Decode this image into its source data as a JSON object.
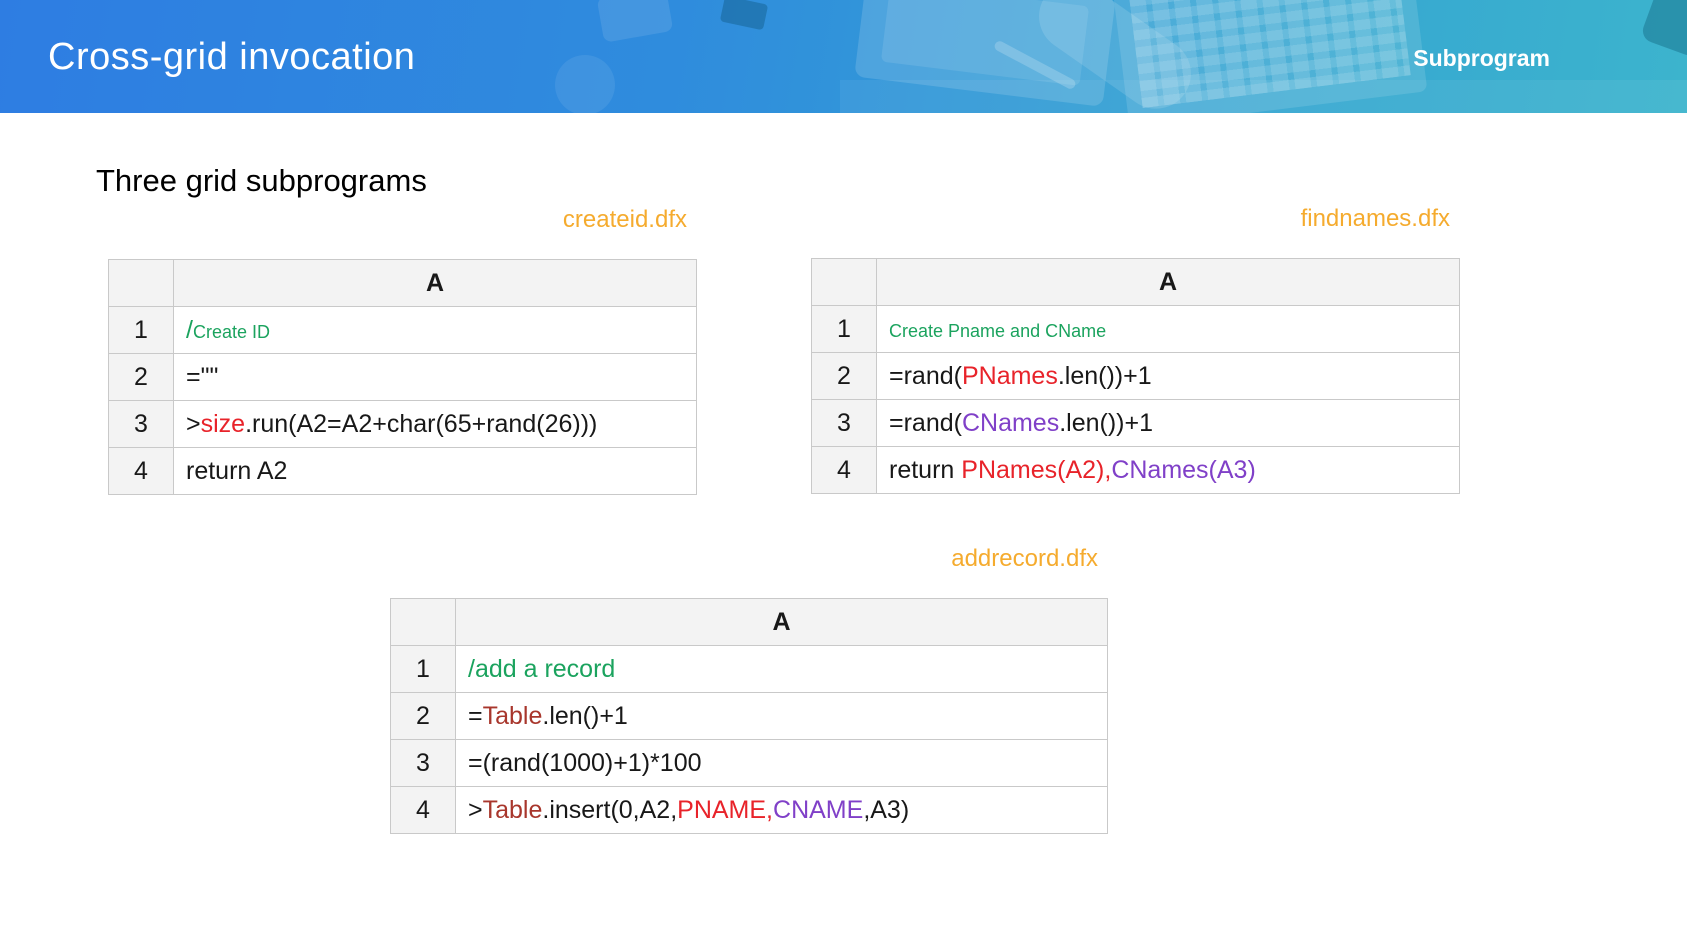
{
  "header": {
    "title": "Cross-grid invocation",
    "badge": "Subprogram"
  },
  "heading": "Three grid subprograms",
  "colors": {
    "black": "#181818",
    "green": "#1ba35e",
    "red": "#e8232a",
    "darkred": "#a8362c",
    "purple": "#8040c8",
    "orange": "#f5ab2e",
    "header_gradient_left": "#2e7de2",
    "header_gradient_right": "#3cb4cd"
  },
  "grids": [
    {
      "id": "createid",
      "filename": "createid.dfx",
      "column_header": "A",
      "rows": [
        {
          "num": "1",
          "segments": [
            {
              "text": "/",
              "color": "green"
            },
            {
              "text": "Create ID",
              "color": "green",
              "size": "small"
            }
          ]
        },
        {
          "num": "2",
          "segments": [
            {
              "text": "=\"\"",
              "color": "black"
            }
          ]
        },
        {
          "num": "3",
          "segments": [
            {
              "text": ">",
              "color": "black"
            },
            {
              "text": "size",
              "color": "red"
            },
            {
              "text": ".run(A2=A2+char(65+rand(26)))",
              "color": "black"
            }
          ]
        },
        {
          "num": "4",
          "segments": [
            {
              "text": "return A2",
              "color": "black"
            }
          ]
        }
      ]
    },
    {
      "id": "findnames",
      "filename": "findnames.dfx",
      "column_header": "A",
      "rows": [
        {
          "num": "1",
          "segments": [
            {
              "text": "Create Pname and CName",
              "color": "green",
              "size": "small"
            }
          ]
        },
        {
          "num": "2",
          "segments": [
            {
              "text": "=rand(",
              "color": "black"
            },
            {
              "text": "PNames",
              "color": "red"
            },
            {
              "text": ".len())+1",
              "color": "black"
            }
          ]
        },
        {
          "num": "3",
          "segments": [
            {
              "text": "=rand(",
              "color": "black"
            },
            {
              "text": "CNames",
              "color": "purple"
            },
            {
              "text": ".len())+1",
              "color": "black"
            }
          ]
        },
        {
          "num": "4",
          "segments": [
            {
              "text": "return ",
              "color": "black"
            },
            {
              "text": "PNames(A2),",
              "color": "red"
            },
            {
              "text": "CNames(A3)",
              "color": "purple"
            }
          ]
        }
      ]
    },
    {
      "id": "addrecord",
      "filename": "addrecord.dfx",
      "column_header": "A",
      "rows": [
        {
          "num": "1",
          "segments": [
            {
              "text": "/add a record",
              "color": "green"
            }
          ]
        },
        {
          "num": "2",
          "segments": [
            {
              "text": "=",
              "color": "black"
            },
            {
              "text": "Table",
              "color": "darkred"
            },
            {
              "text": ".len()+1",
              "color": "black"
            }
          ]
        },
        {
          "num": "3",
          "segments": [
            {
              "text": "=(rand(1000)+1)*100",
              "color": "black"
            }
          ]
        },
        {
          "num": "4",
          "segments": [
            {
              "text": ">",
              "color": "black"
            },
            {
              "text": "Table",
              "color": "darkred"
            },
            {
              "text": ".insert(0,A2,",
              "color": "black"
            },
            {
              "text": "PNAME,",
              "color": "red"
            },
            {
              "text": "CNAME",
              "color": "purple"
            },
            {
              "text": ",A3)",
              "color": "black"
            }
          ]
        }
      ]
    }
  ]
}
